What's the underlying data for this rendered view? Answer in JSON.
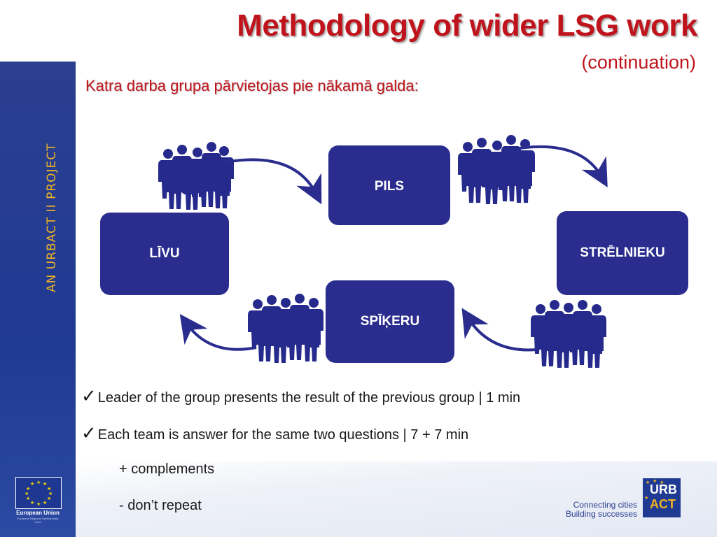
{
  "title": "Methodology of wider LSG work",
  "subtitle": "(continuation)",
  "lead": "Katra darba grupa pārvietojas pie nākamā galda:",
  "sidebar_text": "AN URBACT II PROJECT",
  "nodes": {
    "pils": "PILS",
    "livu": "LĪVU",
    "strelnieku": "STRĒLNIEKU",
    "spikeru": "SPĪĶERU"
  },
  "bullets": [
    {
      "check": "✓",
      "text": "Leader of the group presents the result of the previous group | 1 min"
    },
    {
      "check": "✓",
      "text": "Each team is answer for the same two questions | 7 + 7 min"
    }
  ],
  "sub_items": [
    "+ complements",
    "- don’t repeat"
  ],
  "footer": {
    "eu_caption": "European Union",
    "eu_sub": "European Regional Development Fund",
    "tagline_1": "Connecting cities",
    "tagline_2": "Building successes",
    "urbact_1": "URB",
    "urbact_2": "ACT"
  },
  "colors": {
    "title_red": "#c0141c",
    "node_blue": "#2a2d8e",
    "sidebar_blue": "#2b3f8f",
    "accent_gold": "#f0b323"
  },
  "icons": {
    "people": "people-group-icon",
    "arrow": "curved-arrow-icon",
    "check": "checkmark-icon",
    "eu_flag": "eu-flag-icon"
  }
}
